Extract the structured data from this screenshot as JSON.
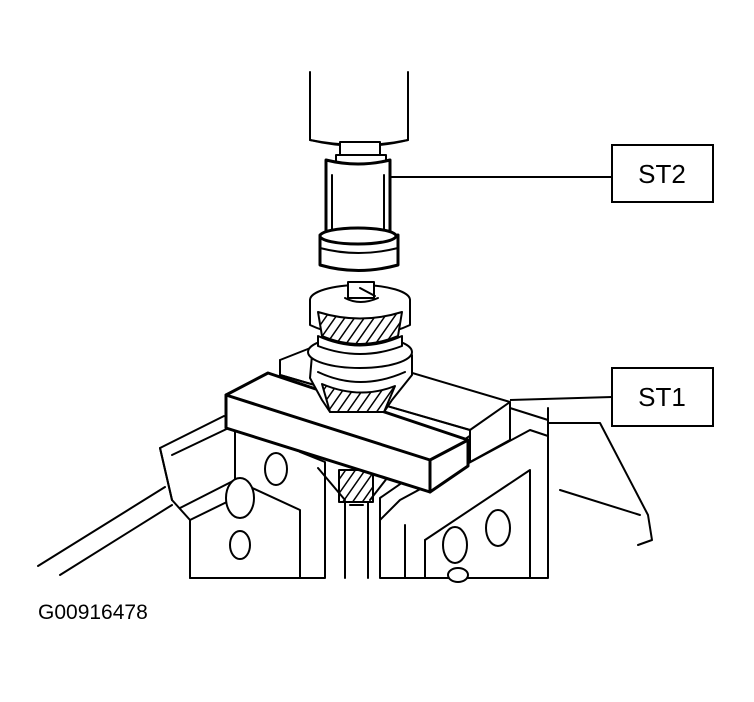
{
  "callouts": {
    "st2": "ST2",
    "st1": "ST1"
  },
  "figure_id": "G00916478",
  "colors": {
    "line": "#000000",
    "background": "#ffffff"
  }
}
